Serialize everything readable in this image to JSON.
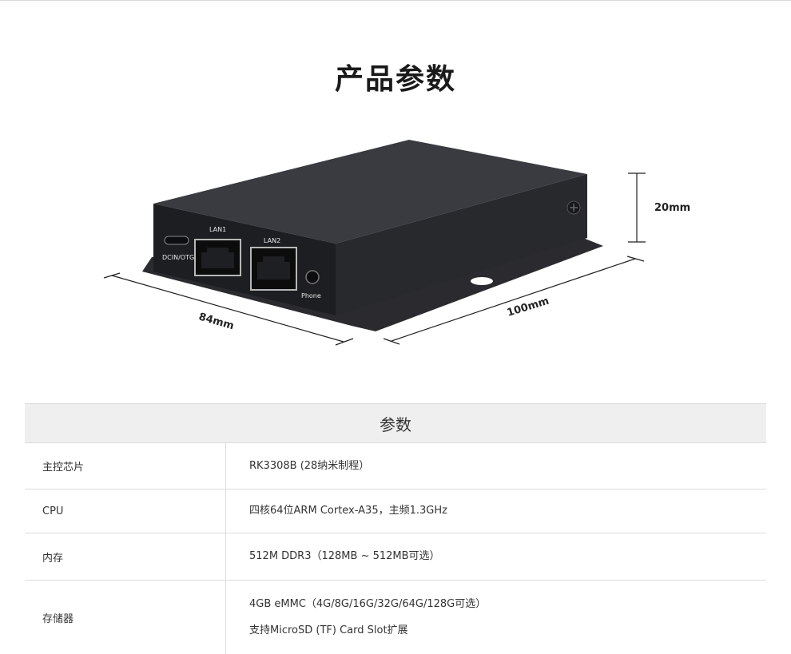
{
  "page": {
    "title": "产品参数"
  },
  "product_image": {
    "port_labels": {
      "lan1": "LAN1",
      "lan2": "LAN2",
      "power": "DCIN/OTG",
      "phone": "Phone"
    },
    "dimensions": {
      "width": "84mm",
      "length": "100mm",
      "height": "20mm"
    }
  },
  "spec_table": {
    "header": "参数",
    "rows": [
      {
        "key": "主控芯片",
        "values": [
          "RK3308B (28纳米制程）"
        ]
      },
      {
        "key": "CPU",
        "values": [
          "四核64位ARM Cortex-A35，主频1.3GHz"
        ]
      },
      {
        "key": "内存",
        "values": [
          "512M DDR3（128MB ~ 512MB可选）"
        ]
      },
      {
        "key": "存储器",
        "values": [
          "4GB eMMC（4G/8G/16G/32G/64G/128G可选）",
          "支持MicroSD (TF) Card Slot扩展"
        ]
      }
    ]
  }
}
